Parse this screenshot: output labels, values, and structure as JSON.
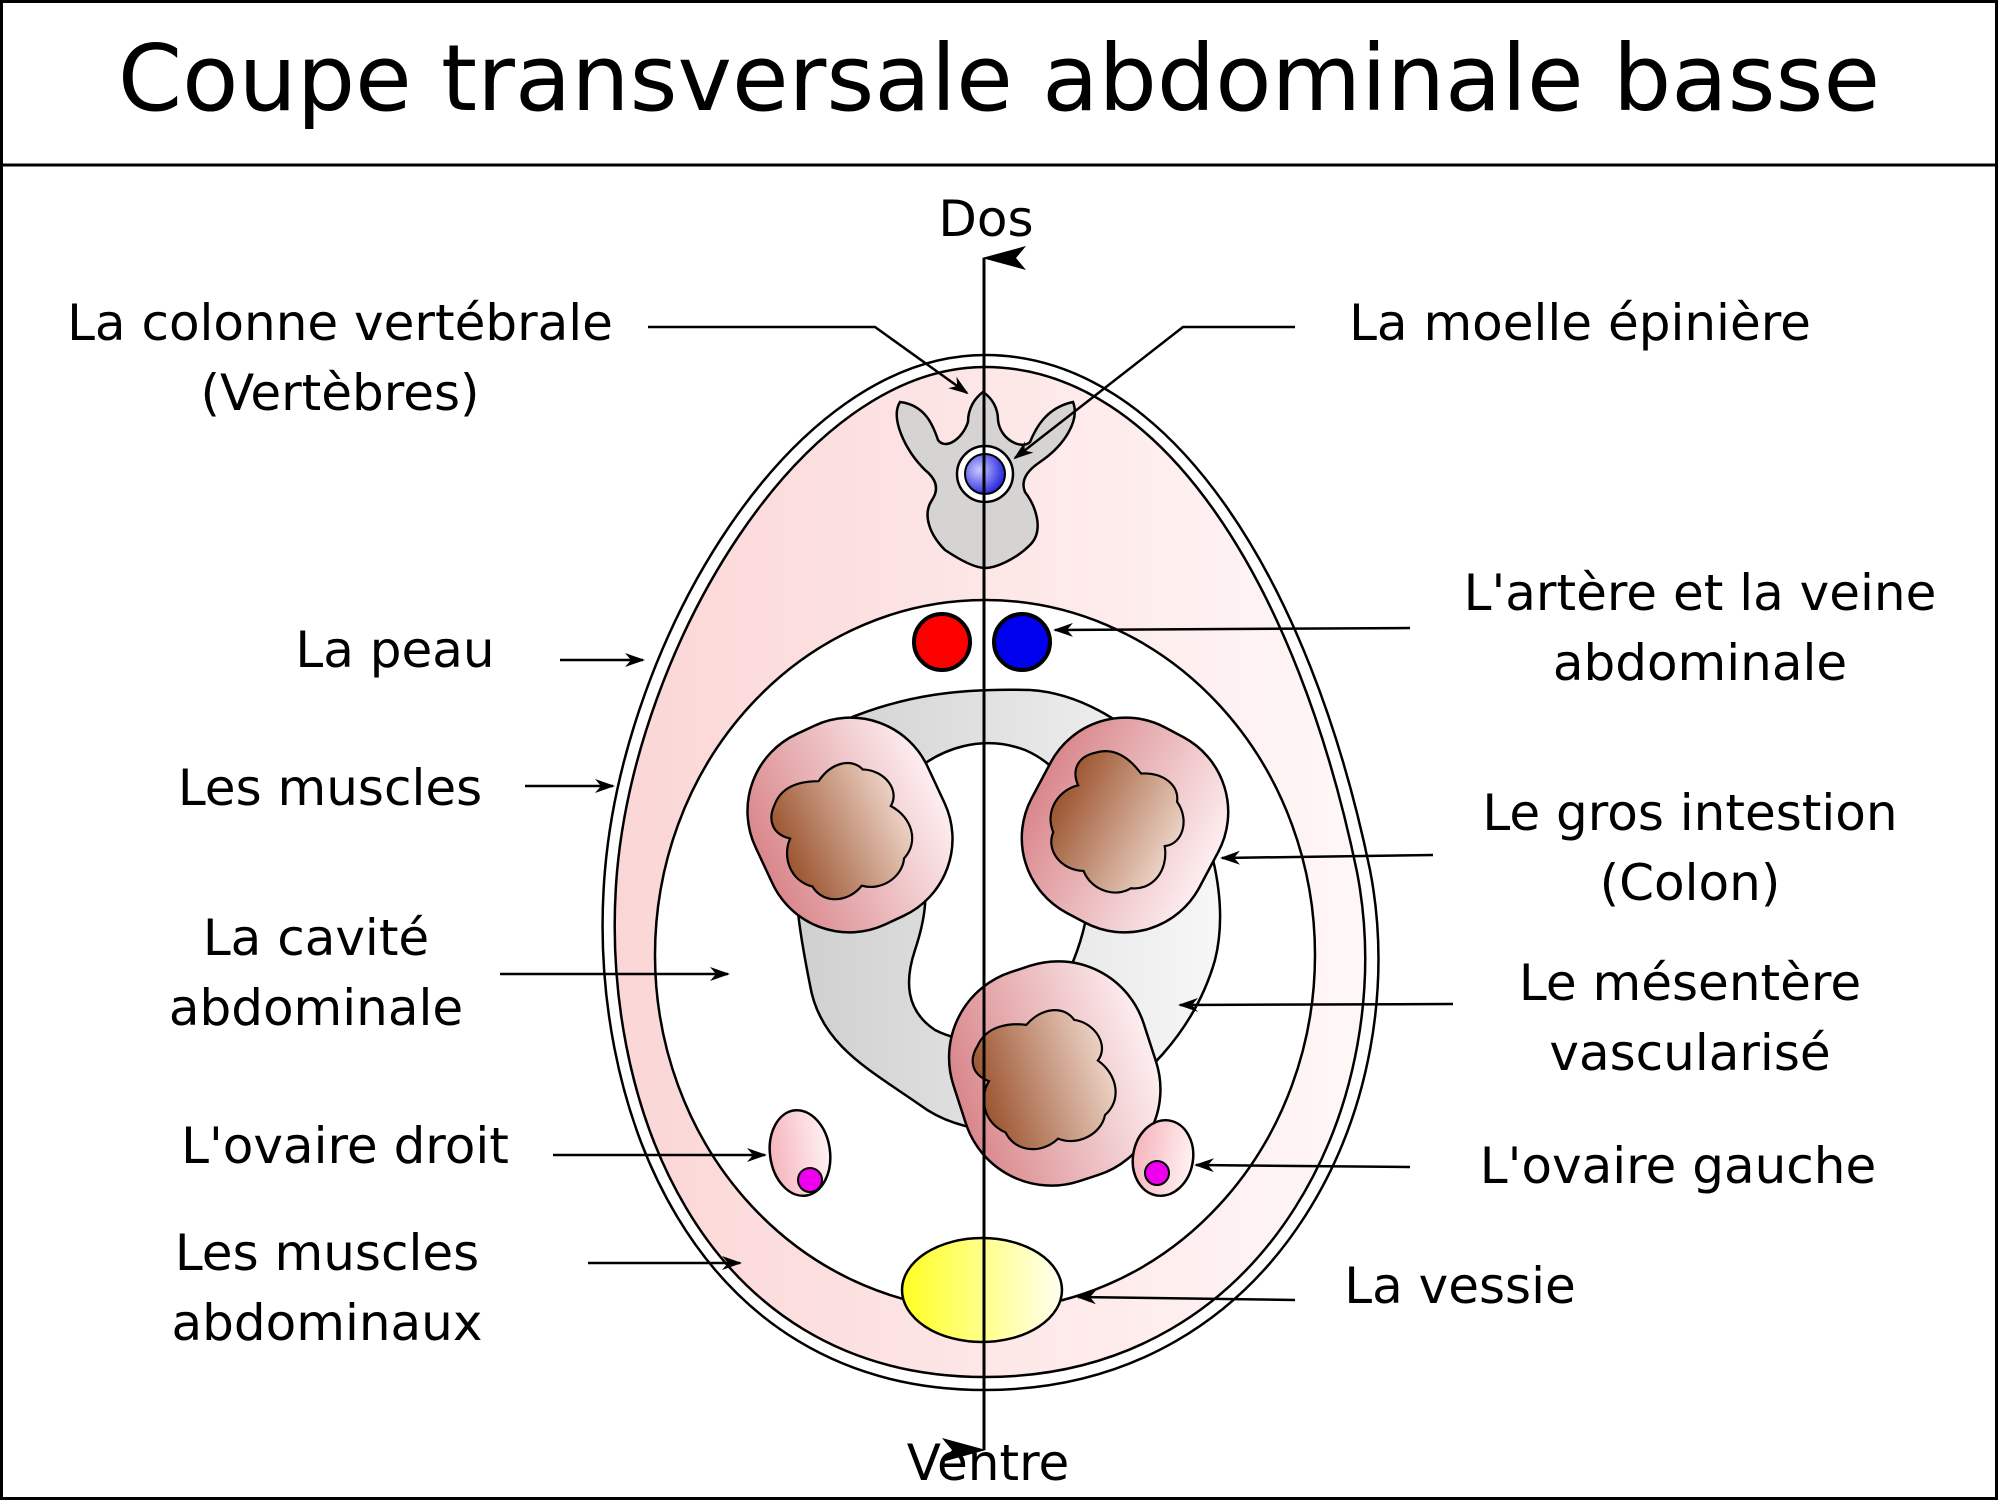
{
  "title": "Coupe transversale abdominale basse",
  "axis": {
    "top": "Dos",
    "bottom": "Ventre"
  },
  "labels": {
    "spine_line1": "La colonne vertébrale",
    "spine_line2": "(Vertèbres)",
    "spinal_cord": "La moelle épinière",
    "vessels_line1": "L'artère et la veine",
    "vessels_line2": "abdominale",
    "skin": "La peau",
    "muscles": "Les muscles",
    "colon_line1": "Le gros intestion",
    "colon_line2": "(Colon)",
    "cavity_line1": "La cavité",
    "cavity_line2": "abdominale",
    "mesentery_line1": "Le mésentère",
    "mesentery_line2": "vascularisé",
    "right_ovary": "L'ovaire droit",
    "left_ovary": "L'ovaire gauche",
    "abdominal_muscles_line1": "Les muscles",
    "abdominal_muscles_line2": "abdominaux",
    "bladder": "La vessie"
  },
  "colors": {
    "muscle_fill": "#fbdcdc",
    "artery": "#ff0000",
    "vein": "#0000ee",
    "bladder": "#ffff22",
    "ovary_dot": "#ee00ee",
    "mesentery": "#dddddd",
    "colon_inner": "#a0522d",
    "bone": "#d6d3d3"
  }
}
